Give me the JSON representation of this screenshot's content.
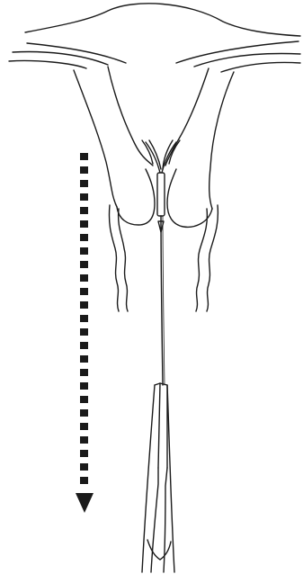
{
  "figure": {
    "colors": {
      "background": "#ffffff",
      "line": "#1a1a1a",
      "arrow": "#1a1a1a"
    },
    "elements": {
      "uterus": "uterus-outline",
      "cervix": "cervical-canal",
      "vagina": "vaginal-walls",
      "device": "intrauterine-device",
      "string": "removal-string",
      "forceps": "forceps",
      "arrow": "downward-direction-arrow"
    },
    "arrow": {
      "direction": "down",
      "style": "dashed"
    }
  }
}
